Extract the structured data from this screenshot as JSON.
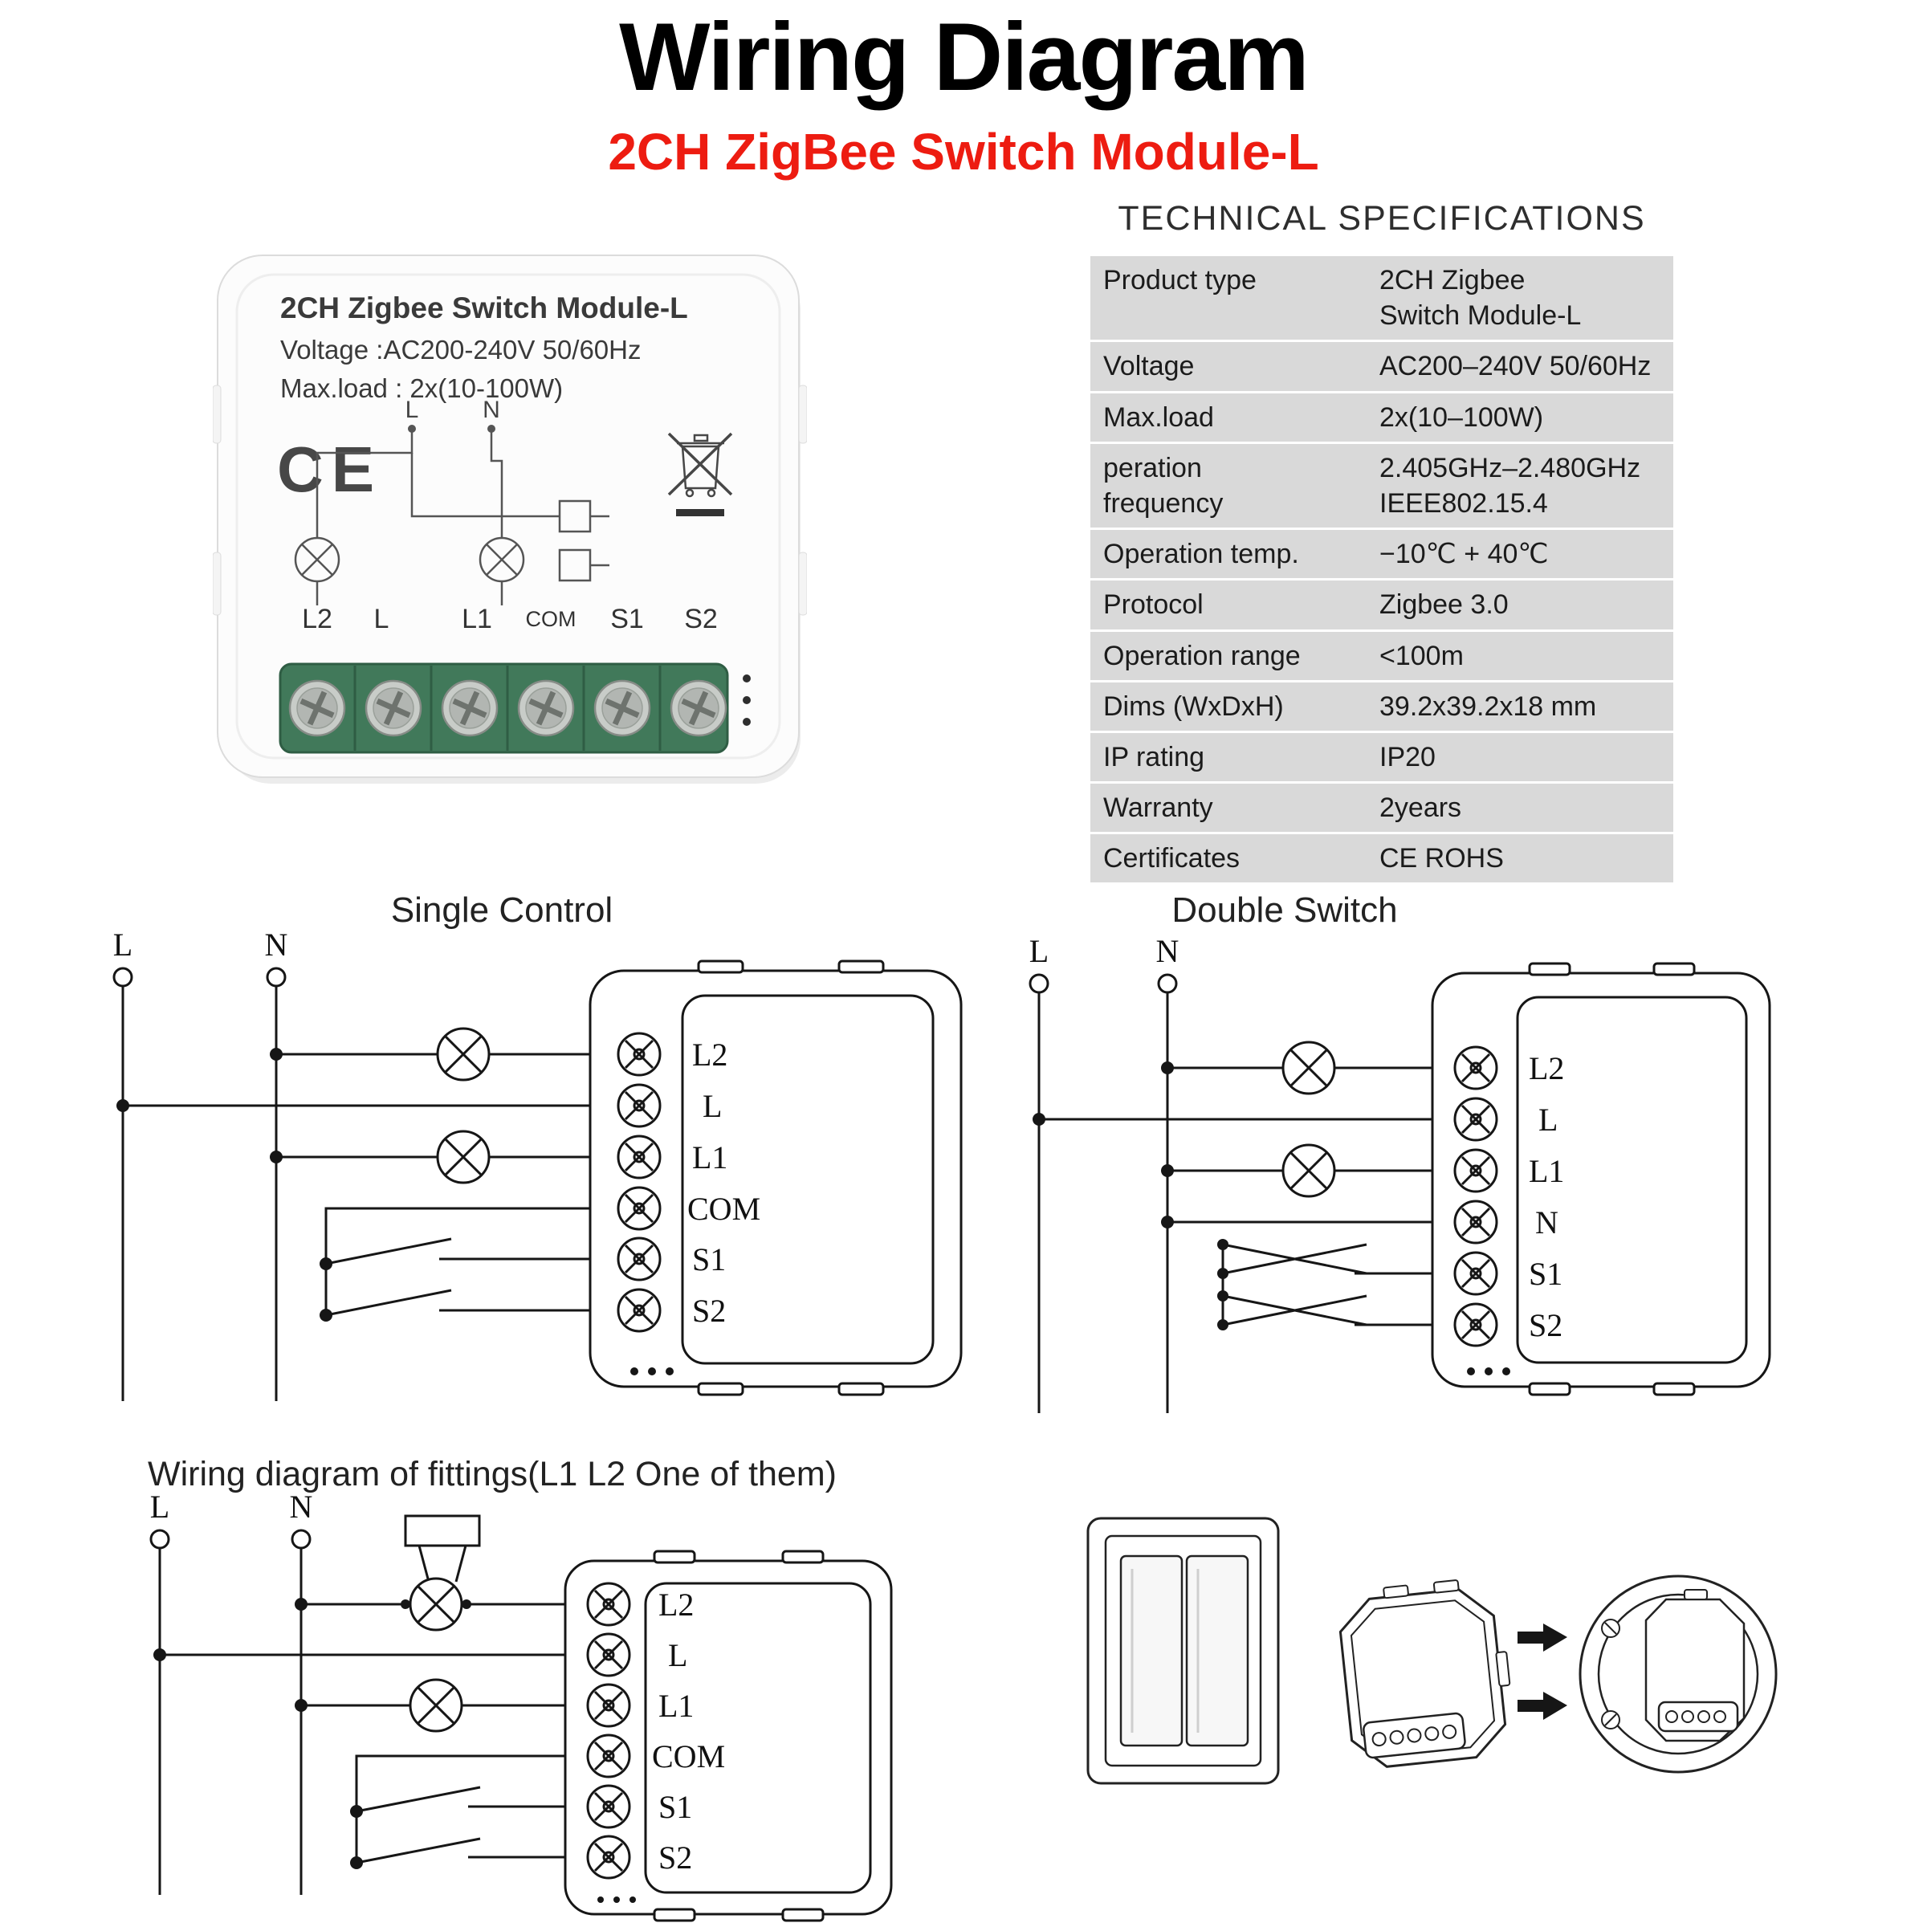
{
  "title": "Wiring Diagram",
  "subtitle": "2CH ZigBee Switch Module-L",
  "colors": {
    "accent_red": "#ed1c11",
    "table_gray": "#d9d9d9",
    "terminal_green": "#41795a"
  },
  "product_photo": {
    "name": "2CH Zigbee Switch Module-L",
    "voltage": "Voltage :AC200-240V 50/60Hz",
    "max_load": "Max.load : 2x(10-100W)",
    "ce_mark": "CE",
    "line_labels": {
      "l": "L",
      "n": "N"
    },
    "terminals": [
      "L2",
      "L",
      "L1",
      "COM",
      "S1",
      "S2"
    ]
  },
  "specs": {
    "heading": "TECHNICAL SPECIFICATIONS",
    "rows": [
      {
        "label": "Product type",
        "value": "2CH Zigbee\nSwitch Module-L"
      },
      {
        "label": "Voltage",
        "value": "AC200–240V 50/60Hz"
      },
      {
        "label": "Max.load",
        "value": "2x(10–100W)"
      },
      {
        "label": "peration\nfrequency",
        "value": "2.405GHz–2.480GHz\nIEEE802.15.4"
      },
      {
        "label": "Operation temp.",
        "value": "−10℃ + 40℃"
      },
      {
        "label": "Protocol",
        "value": "Zigbee 3.0"
      },
      {
        "label": "Operation range",
        "value": "<100m"
      },
      {
        "label": "Dims (WxDxH)",
        "value": "39.2x39.2x18 mm"
      },
      {
        "label": "IP rating",
        "value": "IP20"
      },
      {
        "label": "Warranty",
        "value": "2years"
      },
      {
        "label": "Certificates",
        "value": "CE ROHS"
      }
    ]
  },
  "diagrams": {
    "single_control": {
      "title": "Single Control",
      "live_label": "L",
      "neutral_label": "N",
      "terminals": [
        "L2",
        "L",
        "L1",
        "COM",
        "S1",
        "S2"
      ]
    },
    "double_switch": {
      "title": "Double Switch",
      "live_label": "L",
      "neutral_label": "N",
      "terminals": [
        "L2",
        "L",
        "L1",
        "N",
        "S1",
        "S2"
      ]
    },
    "fittings": {
      "title": "Wiring diagram of fittings(L1 L2 One of them)",
      "live_label": "L",
      "neutral_label": "N",
      "terminals": [
        "L2",
        "L",
        "L1",
        "COM",
        "S1",
        "S2"
      ]
    }
  }
}
